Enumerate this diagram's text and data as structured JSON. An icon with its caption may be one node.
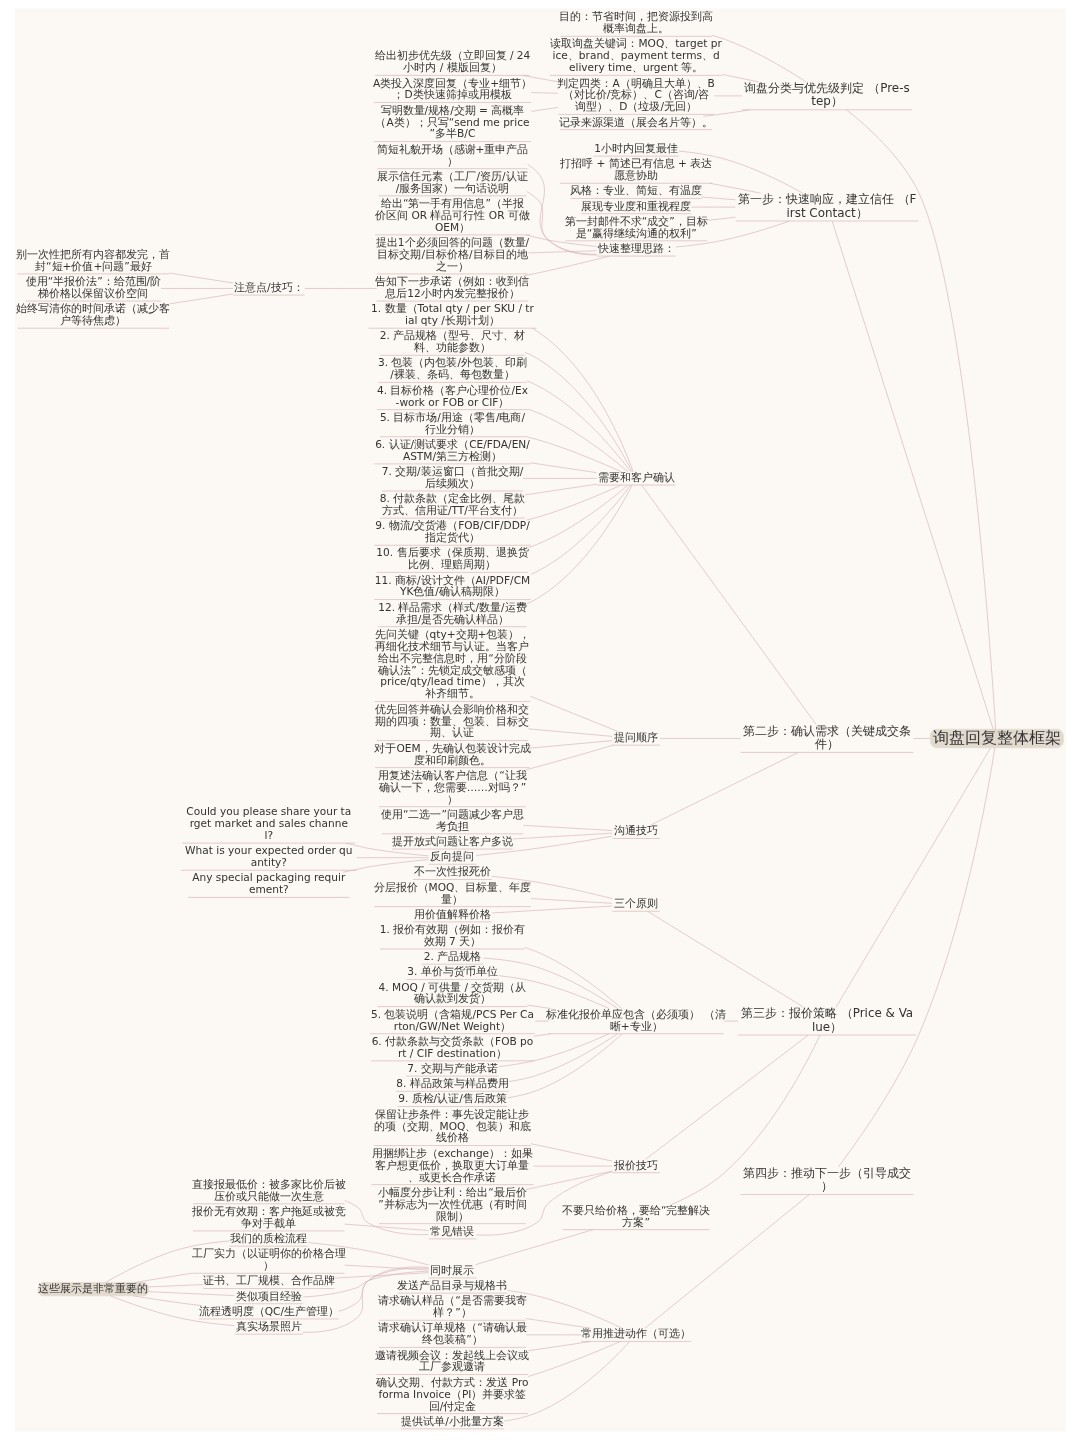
{
  "diagram": {
    "nodes": [
      {
        "text": [
          "询盘回复整体框架"
        ]
      },
      {
        "text": [
          "询盘分类与优先级判定 （Pre-step）"
        ]
      },
      {
        "text": [
          "目的：节省时间，把资源投到高概率询盘上。"
        ]
      },
      {
        "text": [
          "读取询盘关键词：MOQ、target price、brand、payment terms、delivery time、urgent 等。"
        ]
      },
      {
        "text": [
          "判定四类：A（明确且大单）、B（对比价/竞标）、C（咨询/咨询型）、D（垃圾/无回）"
        ]
      },
      {
        "text": [
          "给出初步优先级（立即回复 / 24小时内 / 模版回复）"
        ]
      },
      {
        "text": [
          "A类投入深度回复（专业+细节）；D类快速筛掉或用模板"
        ]
      },
      {
        "text": [
          "写明数量/规格/交期 = 高概率（A类）；只写“send me price”多半B/C"
        ]
      },
      {
        "text": [
          "记录来源渠道（展会名片等）。"
        ]
      },
      {
        "text": [
          "第一步：快速响应，建立信任 （First Contact）"
        ]
      },
      {
        "text": [
          "1小时内回复最佳"
        ]
      },
      {
        "text": [
          "打招呼 + 简述已有信息 + 表达愿意协助"
        ]
      },
      {
        "text": [
          "风格：专业、简短、有温度"
        ]
      },
      {
        "text": [
          "展现专业度和重视程度"
        ]
      },
      {
        "text": [
          "第一封邮件不求“成交”，目标是“赢得继续沟通的权利”"
        ]
      },
      {
        "text": [
          "快速整理思路："
        ]
      },
      {
        "text": [
          "简短礼貌开场（感谢+重申产品）"
        ]
      },
      {
        "text": [
          "展示信任元素（工厂/资历/认证/服务国家）一句话说明"
        ]
      },
      {
        "text": [
          "给出“第一手有用信息”（半报价区间 OR 样品可行性 OR 可做OEM）"
        ]
      },
      {
        "text": [
          "提出1个必须回答的问题（数量/目标交期/目标价格/目标目的地之一）"
        ]
      },
      {
        "text": [
          "告知下一步承诺（例如：收到信息后12小时内发完整报价）"
        ]
      },
      {
        "text": [
          "注意点/技巧："
        ]
      },
      {
        "text": [
          "别一次性把所有内容都发完，首封“短+价值+问题”最好"
        ]
      },
      {
        "text": [
          "使用“半报价法”：给范围/阶梯价格以保留议价空间"
        ]
      },
      {
        "text": [
          "始终写清你的时间承诺（减少客户等待焦虑）"
        ]
      },
      {
        "text": [
          "第二步：确认需求（关键成交条件）"
        ]
      },
      {
        "text": [
          "需要和客户确认"
        ]
      },
      {
        "text": [
          "1. 数量（Total qty / per SKU / trial qty /长期计划）"
        ]
      },
      {
        "text": [
          "2. 产品规格（型号、尺寸、材料、功能参数）"
        ]
      },
      {
        "text": [
          "3. 包装（内包装/外包装、印刷/裸装、条码、每包数量）"
        ]
      },
      {
        "text": [
          "4. 目标价格（客户心理价位/Ex-work or FOB or CIF）"
        ]
      },
      {
        "text": [
          "5. 目标市场/用途（零售/电商/行业分销）"
        ]
      },
      {
        "text": [
          "6. 认证/测试要求（CE/FDA/EN/ASTM/第三方检测）"
        ]
      },
      {
        "text": [
          "7. 交期/装运窗口（首批交期/后续频次）"
        ]
      },
      {
        "text": [
          "8. 付款条款（定金比例、尾款方式、信用证/TT/平台支付）"
        ]
      },
      {
        "text": [
          "9. 物流/交货港（FOB/CIF/DDP/指定货代）"
        ]
      },
      {
        "text": [
          "10. 售后要求（保质期、退换货比例、理赔周期）"
        ]
      },
      {
        "text": [
          "11. 商标/设计文件（AI/PDF/CMYK色值/确认稿期限）"
        ]
      },
      {
        "text": [
          "12. 样品需求（样式/数量/运费承担/是否先确认样品）"
        ]
      },
      {
        "text": [
          "提问顺序"
        ]
      },
      {
        "text": [
          "先问关键（qty+交期+包装），再细化技术细节与认证。当客户给出不完整信息时，用“分阶段确认法”：先锁定成交敏感项（price/qty/lead time），其次补齐细节。"
        ]
      },
      {
        "text": [
          "优先回答并确认会影响价格和交期的四项：数量、包装、目标交期、认证"
        ]
      },
      {
        "text": [
          "对于OEM，先确认包装设计完成度和印刷颜色。"
        ]
      },
      {
        "text": [
          "用复述法确认客户信息（“让我确认一下，您需要……对吗？”）"
        ]
      },
      {
        "text": [
          "沟通技巧"
        ]
      },
      {
        "text": [
          "使用“二选一”问题减少客户思考负担"
        ]
      },
      {
        "text": [
          "提开放式问题让客户多说"
        ]
      },
      {
        "text": [
          "反向提问"
        ]
      },
      {
        "text": [
          "Could you please share your target market and sales channel?"
        ]
      },
      {
        "text": [
          "What is your expected order quantity?"
        ]
      },
      {
        "text": [
          "Any special packaging requirement?"
        ]
      },
      {
        "text": [
          "第三步：报价策略 （Price & Value）"
        ]
      },
      {
        "text": [
          "三个原则"
        ]
      },
      {
        "text": [
          "不一次性报死价"
        ]
      },
      {
        "text": [
          "分层报价（MOQ、目标量、年度量）"
        ]
      },
      {
        "text": [
          "用价值解释价格"
        ]
      },
      {
        "text": [
          "标准化报价单应包含（必须项） （清晰+专业）"
        ]
      },
      {
        "text": [
          "1. 报价有效期（例如：报价有效期 7 天）"
        ]
      },
      {
        "text": [
          "2. 产品规格"
        ]
      },
      {
        "text": [
          "3. 单价与货币单位"
        ]
      },
      {
        "text": [
          "4. MOQ / 可供量 / 交货期（从确认款到发货）"
        ]
      },
      {
        "text": [
          "5. 包装说明（含箱规/PCS Per Carton/GW/Net Weight）"
        ]
      },
      {
        "text": [
          "6. 付款条款与交货条款（FOB port / CIF destination）"
        ]
      },
      {
        "text": [
          "7. 交期与产能承诺"
        ]
      },
      {
        "text": [
          "8. 样品政策与样品费用"
        ]
      },
      {
        "text": [
          "9. 质检/认证/售后政策"
        ]
      },
      {
        "text": [
          "报价技巧"
        ]
      },
      {
        "text": [
          "保留让步条件：事先设定能让步的项（交期、MOQ、包装）和底线价格"
        ]
      },
      {
        "text": [
          "用捆绑让步（exchange）：如果客户想更低价，换取更大订单量、或更长合作承诺"
        ]
      },
      {
        "text": [
          "小幅度分步让利：给出“最后价”并标志为一次性优惠（有时间限制）"
        ]
      },
      {
        "text": [
          "常见错误"
        ]
      },
      {
        "text": [
          "直接报最低价：被多家比价后被压价或只能做一次生意"
        ]
      },
      {
        "text": [
          "报价无有效期：客户拖延或被竞争对手截单"
        ]
      },
      {
        "text": [
          "不要只给价格，要给“完整解决方案”"
        ]
      },
      {
        "text": [
          "同时展示"
        ]
      },
      {
        "text": [
          "我们的质检流程"
        ]
      },
      {
        "text": [
          "工厂实力（以证明你的价格合理）"
        ]
      },
      {
        "text": [
          "证书、工厂规模、合作品牌"
        ]
      },
      {
        "text": [
          "类似项目经验"
        ]
      },
      {
        "text": [
          "流程透明度（QC/生产管理）"
        ]
      },
      {
        "text": [
          "真实场景照片"
        ]
      },
      {
        "text": [
          "这些展示是非常重要的"
        ]
      },
      {
        "text": [
          "第四步：推动下一步（引导成交）"
        ]
      },
      {
        "text": [
          "常用推进动作（可选）"
        ]
      },
      {
        "text": [
          "发送产品目录与规格书"
        ]
      },
      {
        "text": [
          "请求确认样品（“是否需要我寄样？”）"
        ]
      },
      {
        "text": [
          "请求确认订单规格（“请确认最终包装稿”）"
        ]
      },
      {
        "text": [
          "邀请视频会议：发起线上会议或工厂参观邀请"
        ]
      },
      {
        "text": [
          "确认交期、付款方式：发送 Proforma Invoice（PI）并要求签回/付定金"
        ]
      },
      {
        "text": [
          "提供试单/小批量方案"
        ]
      }
    ],
    "edges": [
      {
        "from": 0,
        "to": 1,
        "arrow": "none"
      },
      {
        "from": 1,
        "to": 2,
        "arrow": "none"
      },
      {
        "from": 1,
        "to": 3,
        "arrow": "none"
      },
      {
        "from": 1,
        "to": 4,
        "arrow": "none"
      },
      {
        "from": 4,
        "to": 5,
        "arrow": "none"
      },
      {
        "from": 4,
        "to": 6,
        "arrow": "none"
      },
      {
        "from": 4,
        "to": 7,
        "arrow": "none"
      },
      {
        "from": 1,
        "to": 8,
        "arrow": "none"
      },
      {
        "from": 0,
        "to": 9,
        "arrow": "none"
      },
      {
        "from": 9,
        "to": 10,
        "arrow": "none"
      },
      {
        "from": 9,
        "to": 11,
        "arrow": "none"
      },
      {
        "from": 9,
        "to": 12,
        "arrow": "none"
      },
      {
        "from": 9,
        "to": 13,
        "arrow": "none"
      },
      {
        "from": 9,
        "to": 14,
        "arrow": "none"
      },
      {
        "from": 9,
        "to": 15,
        "arrow": "none"
      },
      {
        "from": 15,
        "to": 16,
        "arrow": "none"
      },
      {
        "from": 15,
        "to": 17,
        "arrow": "none"
      },
      {
        "from": 15,
        "to": 18,
        "arrow": "none"
      },
      {
        "from": 15,
        "to": 19,
        "arrow": "none"
      },
      {
        "from": 15,
        "to": 20,
        "arrow": "none"
      },
      {
        "from": 20,
        "to": 21,
        "arrow": "none"
      },
      {
        "from": 21,
        "to": 22,
        "arrow": "none"
      },
      {
        "from": 21,
        "to": 23,
        "arrow": "none"
      },
      {
        "from": 21,
        "to": 24,
        "arrow": "none"
      },
      {
        "from": 0,
        "to": 25,
        "arrow": "none"
      },
      {
        "from": 25,
        "to": 26,
        "arrow": "none"
      },
      {
        "from": 26,
        "to": 27,
        "arrow": "none"
      },
      {
        "from": 26,
        "to": 28,
        "arrow": "none"
      },
      {
        "from": 26,
        "to": 29,
        "arrow": "none"
      },
      {
        "from": 26,
        "to": 30,
        "arrow": "none"
      },
      {
        "from": 26,
        "to": 31,
        "arrow": "none"
      },
      {
        "from": 26,
        "to": 32,
        "arrow": "none"
      },
      {
        "from": 26,
        "to": 33,
        "arrow": "none"
      },
      {
        "from": 26,
        "to": 34,
        "arrow": "none"
      },
      {
        "from": 26,
        "to": 35,
        "arrow": "none"
      },
      {
        "from": 26,
        "to": 36,
        "arrow": "none"
      },
      {
        "from": 26,
        "to": 37,
        "arrow": "none"
      },
      {
        "from": 26,
        "to": 38,
        "arrow": "none"
      },
      {
        "from": 25,
        "to": 39,
        "arrow": "none"
      },
      {
        "from": 39,
        "to": 40,
        "arrow": "none"
      },
      {
        "from": 39,
        "to": 41,
        "arrow": "none"
      },
      {
        "from": 39,
        "to": 42,
        "arrow": "none"
      },
      {
        "from": 39,
        "to": 43,
        "arrow": "none"
      },
      {
        "from": 25,
        "to": 44,
        "arrow": "none"
      },
      {
        "from": 44,
        "to": 45,
        "arrow": "none"
      },
      {
        "from": 44,
        "to": 46,
        "arrow": "none"
      },
      {
        "from": 44,
        "to": 47,
        "arrow": "none"
      },
      {
        "from": 47,
        "to": 48,
        "arrow": "none"
      },
      {
        "from": 47,
        "to": 49,
        "arrow": "none"
      },
      {
        "from": 47,
        "to": 50,
        "arrow": "none"
      },
      {
        "from": 0,
        "to": 51,
        "arrow": "none"
      },
      {
        "from": 51,
        "to": 52,
        "arrow": "none"
      },
      {
        "from": 52,
        "to": 53,
        "arrow": "none"
      },
      {
        "from": 52,
        "to": 54,
        "arrow": "none"
      },
      {
        "from": 52,
        "to": 55,
        "arrow": "none"
      },
      {
        "from": 51,
        "to": 56,
        "arrow": "none"
      },
      {
        "from": 56,
        "to": 57,
        "arrow": "none"
      },
      {
        "from": 56,
        "to": 58,
        "arrow": "none"
      },
      {
        "from": 56,
        "to": 59,
        "arrow": "none"
      },
      {
        "from": 56,
        "to": 60,
        "arrow": "none"
      },
      {
        "from": 56,
        "to": 61,
        "arrow": "none"
      },
      {
        "from": 56,
        "to": 62,
        "arrow": "none"
      },
      {
        "from": 56,
        "to": 63,
        "arrow": "none"
      },
      {
        "from": 56,
        "to": 64,
        "arrow": "none"
      },
      {
        "from": 56,
        "to": 65,
        "arrow": "none"
      },
      {
        "from": 51,
        "to": 66,
        "arrow": "none"
      },
      {
        "from": 66,
        "to": 67,
        "arrow": "none"
      },
      {
        "from": 66,
        "to": 68,
        "arrow": "none"
      },
      {
        "from": 66,
        "to": 69,
        "arrow": "none"
      },
      {
        "from": 66,
        "to": 70,
        "arrow": "none"
      },
      {
        "from": 70,
        "to": 71,
        "arrow": "none"
      },
      {
        "from": 70,
        "to": 72,
        "arrow": "none"
      },
      {
        "from": 51,
        "to": 73,
        "arrow": "none"
      },
      {
        "from": 73,
        "to": 74,
        "arrow": "none"
      },
      {
        "from": 74,
        "to": 75,
        "arrow": "none"
      },
      {
        "from": 74,
        "to": 76,
        "arrow": "none"
      },
      {
        "from": 74,
        "to": 77,
        "arrow": "none"
      },
      {
        "from": 74,
        "to": 78,
        "arrow": "none"
      },
      {
        "from": 74,
        "to": 79,
        "arrow": "none"
      },
      {
        "from": 74,
        "to": 80,
        "arrow": "none"
      },
      {
        "from": 75,
        "to": 81,
        "arrow": "none"
      },
      {
        "from": 76,
        "to": 81,
        "arrow": "none"
      },
      {
        "from": 77,
        "to": 81,
        "arrow": "none"
      },
      {
        "from": 78,
        "to": 81,
        "arrow": "none"
      },
      {
        "from": 79,
        "to": 81,
        "arrow": "none"
      },
      {
        "from": 80,
        "to": 81,
        "arrow": "none"
      },
      {
        "from": 0,
        "to": 82,
        "arrow": "none"
      },
      {
        "from": 82,
        "to": 83,
        "arrow": "none"
      },
      {
        "from": 83,
        "to": 84,
        "arrow": "none"
      },
      {
        "from": 83,
        "to": 85,
        "arrow": "none"
      },
      {
        "from": 83,
        "to": 86,
        "arrow": "none"
      },
      {
        "from": 83,
        "to": 87,
        "arrow": "none"
      },
      {
        "from": 83,
        "to": 88,
        "arrow": "none"
      },
      {
        "from": 83,
        "to": 89,
        "arrow": "none"
      }
    ]
  }
}
